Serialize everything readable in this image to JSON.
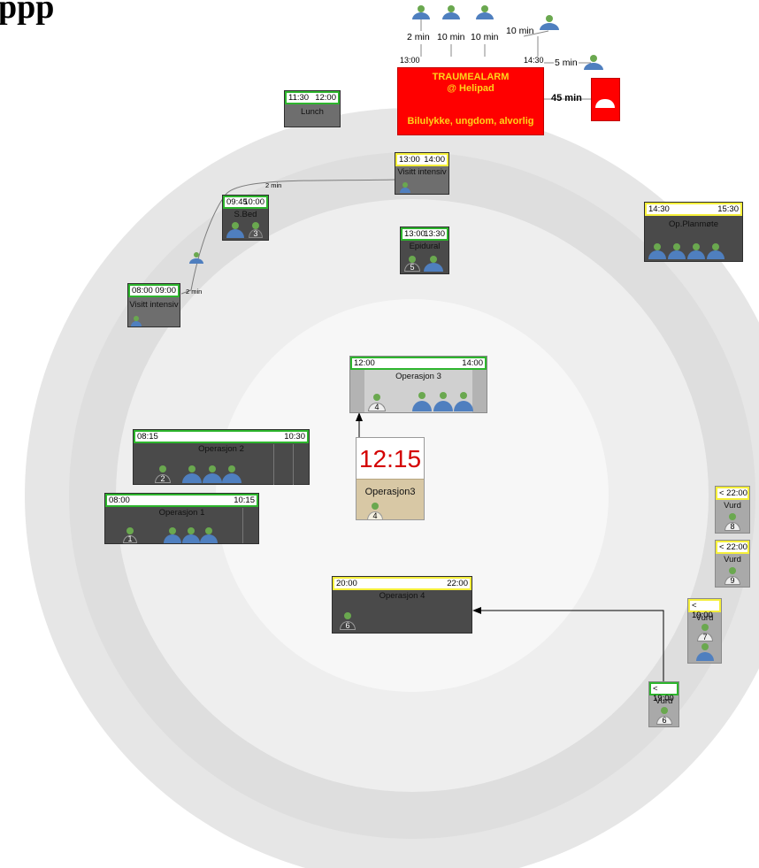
{
  "title": "ppp",
  "colors": {
    "ring_outer": "#e6e6e6",
    "ring_mid": "#dedede",
    "ring_inner": "#eeeeee",
    "ring_center": "#f8f8f8",
    "alarm": "#ff0000",
    "card_dark": "#4a4a4a",
    "green_header": "#2db52d",
    "yellow_header": "#f5ef3a",
    "staff": "#4f7fbf"
  },
  "alarm": {
    "line1": "TRAUMEALARM",
    "line2": "@ Helipad",
    "line3": "Bilulykke, ungdom, alvorlig",
    "start": "13:00",
    "end": "14:30",
    "duration": "45 min"
  },
  "arrivals": [
    "2 min",
    "10 min",
    "10 min",
    "10 min",
    "5 min"
  ],
  "cards": {
    "lunch": {
      "start": "11:30",
      "end": "12:00",
      "label": "Lunch"
    },
    "visitt1": {
      "start": "13:00",
      "end": "14:00",
      "label": "Visitt intensiv"
    },
    "sbed": {
      "start": "09:45",
      "end": "10:00",
      "label": "S.Bed",
      "patient": "3"
    },
    "epidural": {
      "start": "13:00",
      "end": "13:30",
      "label": "Epidural",
      "patient": "5"
    },
    "visitt2": {
      "start": "08:00",
      "end": "09:00",
      "label": "Visitt intensiv"
    },
    "opplan": {
      "start": "14:30",
      "end": "15:30",
      "label": "Op.Planmøte"
    },
    "op3": {
      "start": "12:00",
      "end": "14:00",
      "label": "Operasjon 3",
      "patient": "4"
    },
    "op2": {
      "start": "08:15",
      "end": "10:30",
      "label": "Operasjon 2",
      "patient": "2"
    },
    "op1": {
      "start": "08:00",
      "end": "10:15",
      "label": "Operasjon 1",
      "patient": "1"
    },
    "op4": {
      "start": "20:00",
      "end": "22:00",
      "label": "Operasjon 4",
      "patient": "6"
    },
    "vurd8": {
      "start": "< 22:00",
      "label": "Vurd",
      "patient": "8"
    },
    "vurd9": {
      "start": "< 22:00",
      "label": "Vurd",
      "patient": "9"
    },
    "vurd7": {
      "start": "< 19:00",
      "label": "Vurd",
      "patient": "7"
    },
    "vurd6": {
      "start": "< 19:00",
      "label": "Vurd",
      "patient": "6"
    }
  },
  "transit": [
    "2 min",
    "2 min"
  ],
  "clock": {
    "time": "12:15",
    "label": "Operasjon3",
    "patient": "4"
  }
}
